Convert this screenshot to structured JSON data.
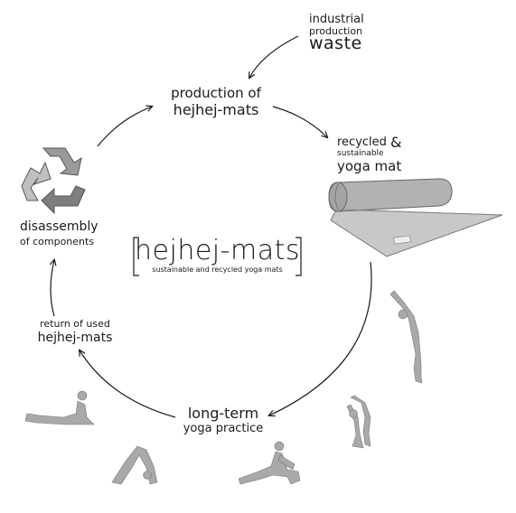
{
  "diagram": {
    "input": {
      "line1": "industrial",
      "line2": "production",
      "line3": "waste"
    },
    "production": {
      "line1": "production of",
      "line2": "hejhej-mats"
    },
    "recycled": {
      "line1": "recycled",
      "amp": "&",
      "line2": "sustainable",
      "line3": "yoga mat"
    },
    "practice": {
      "line1": "long-term",
      "line2": "yoga practice"
    },
    "return": {
      "line1": "return of used",
      "line2": "hejhej-mats"
    },
    "disassembly": {
      "line1": "disassembly",
      "line2": "of components"
    },
    "brand": {
      "name": "hejhej-mats",
      "tagline": "sustainable and recycled yoga mats"
    }
  },
  "icons": [
    "recycle-icon",
    "rolled-yoga-mat-icon",
    "yoga-pose-figures"
  ],
  "colors": {
    "text": "#1a1a1a",
    "figure": "#a9a9a9",
    "mat": "#b4b4b4",
    "recycle": "#8c8c8c"
  }
}
